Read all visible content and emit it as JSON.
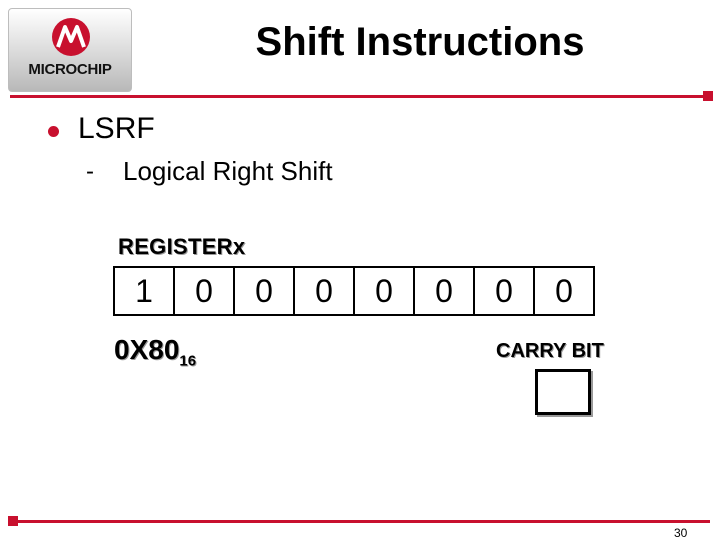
{
  "logo": {
    "text": "MICROCHIP",
    "icon": "microchip-m-logo-icon"
  },
  "title": "Shift Instructions",
  "bullet": {
    "label": "LSRF",
    "dash": "-",
    "sub": "Logical Right Shift"
  },
  "register": {
    "label": "REGISTERx",
    "bits": [
      "1",
      "0",
      "0",
      "0",
      "0",
      "0",
      "0",
      "0"
    ],
    "hex_value": "0X80",
    "hex_base": "16"
  },
  "carry": {
    "label": "CARRY BIT",
    "value": ""
  },
  "page_number": "30",
  "colors": {
    "accent": "#c8102e"
  }
}
